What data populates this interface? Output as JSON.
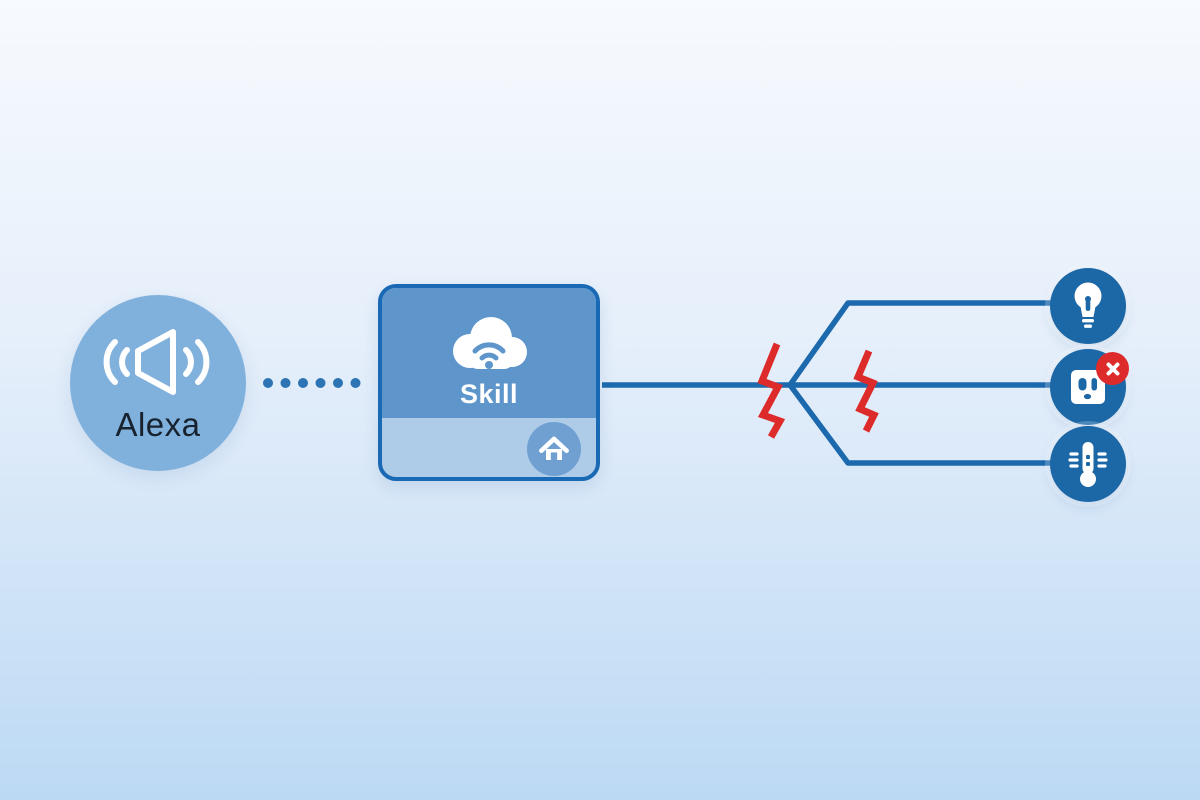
{
  "diagram": {
    "alexa": {
      "label": "Alexa",
      "icon": "voice-speaker-icon"
    },
    "skill": {
      "label": "Skill",
      "icon": "cloud-wifi-icon",
      "badge_icon": "home-icon"
    },
    "devices": [
      {
        "name": "light-bulb",
        "error_badge": false
      },
      {
        "name": "power-outlet",
        "error_badge": true
      },
      {
        "name": "thermometer",
        "error_badge": false
      }
    ],
    "connections": [
      {
        "from": "alexa",
        "to": "skill",
        "style": "dotted"
      },
      {
        "from": "skill",
        "to": "devices",
        "style": "solid",
        "broken": true,
        "break_marks": 2
      }
    ]
  },
  "colors": {
    "bg-top": "#f7fafe",
    "bg-mid": "#e4eefa",
    "bg-bottom": "#bcd9f4",
    "node-alexa": "#80b1dd",
    "alexa-text": "#17222e",
    "line": "#1d69ae",
    "dot": "#2d74b5",
    "skill-border": "#1a69b4",
    "skill-main": "#5e96cb",
    "skill-footer": "#aecbe8",
    "skill-badge": "#6fa0d1",
    "device": "#1c67a6",
    "error": "#dd2b2b",
    "white": "#ffffff"
  }
}
